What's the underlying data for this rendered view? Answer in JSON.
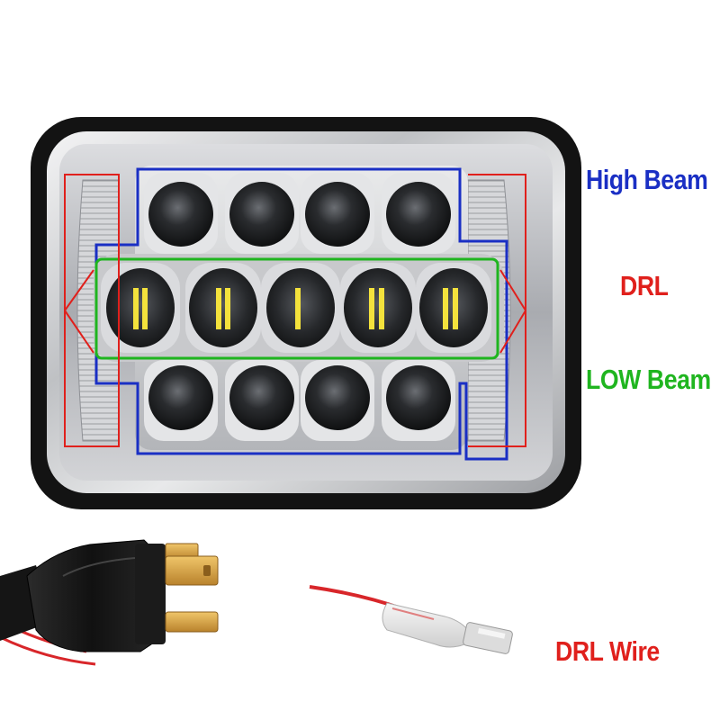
{
  "labels": {
    "high_beam": "High Beam",
    "drl": "DRL",
    "low_beam": "LOW Beam",
    "drl_wire": "DRL Wire"
  },
  "colors": {
    "high_beam": "#1a2fc4",
    "drl": "#e0201c",
    "low_beam": "#1fb51f",
    "drl_wire": "#e0201c",
    "housing": "#1a1a1a",
    "chrome": "#c9cacc",
    "lens_dark": "#1e1f21",
    "led_yellow": "#f4e23c",
    "connector": "#111111",
    "terminal": "#d9a33a",
    "wire_red": "#d8262a"
  },
  "components": {
    "headlight": "rectangular-led-headlight",
    "plug": "h4-connector-plug",
    "drl_connector": "spade-terminal-connector"
  }
}
